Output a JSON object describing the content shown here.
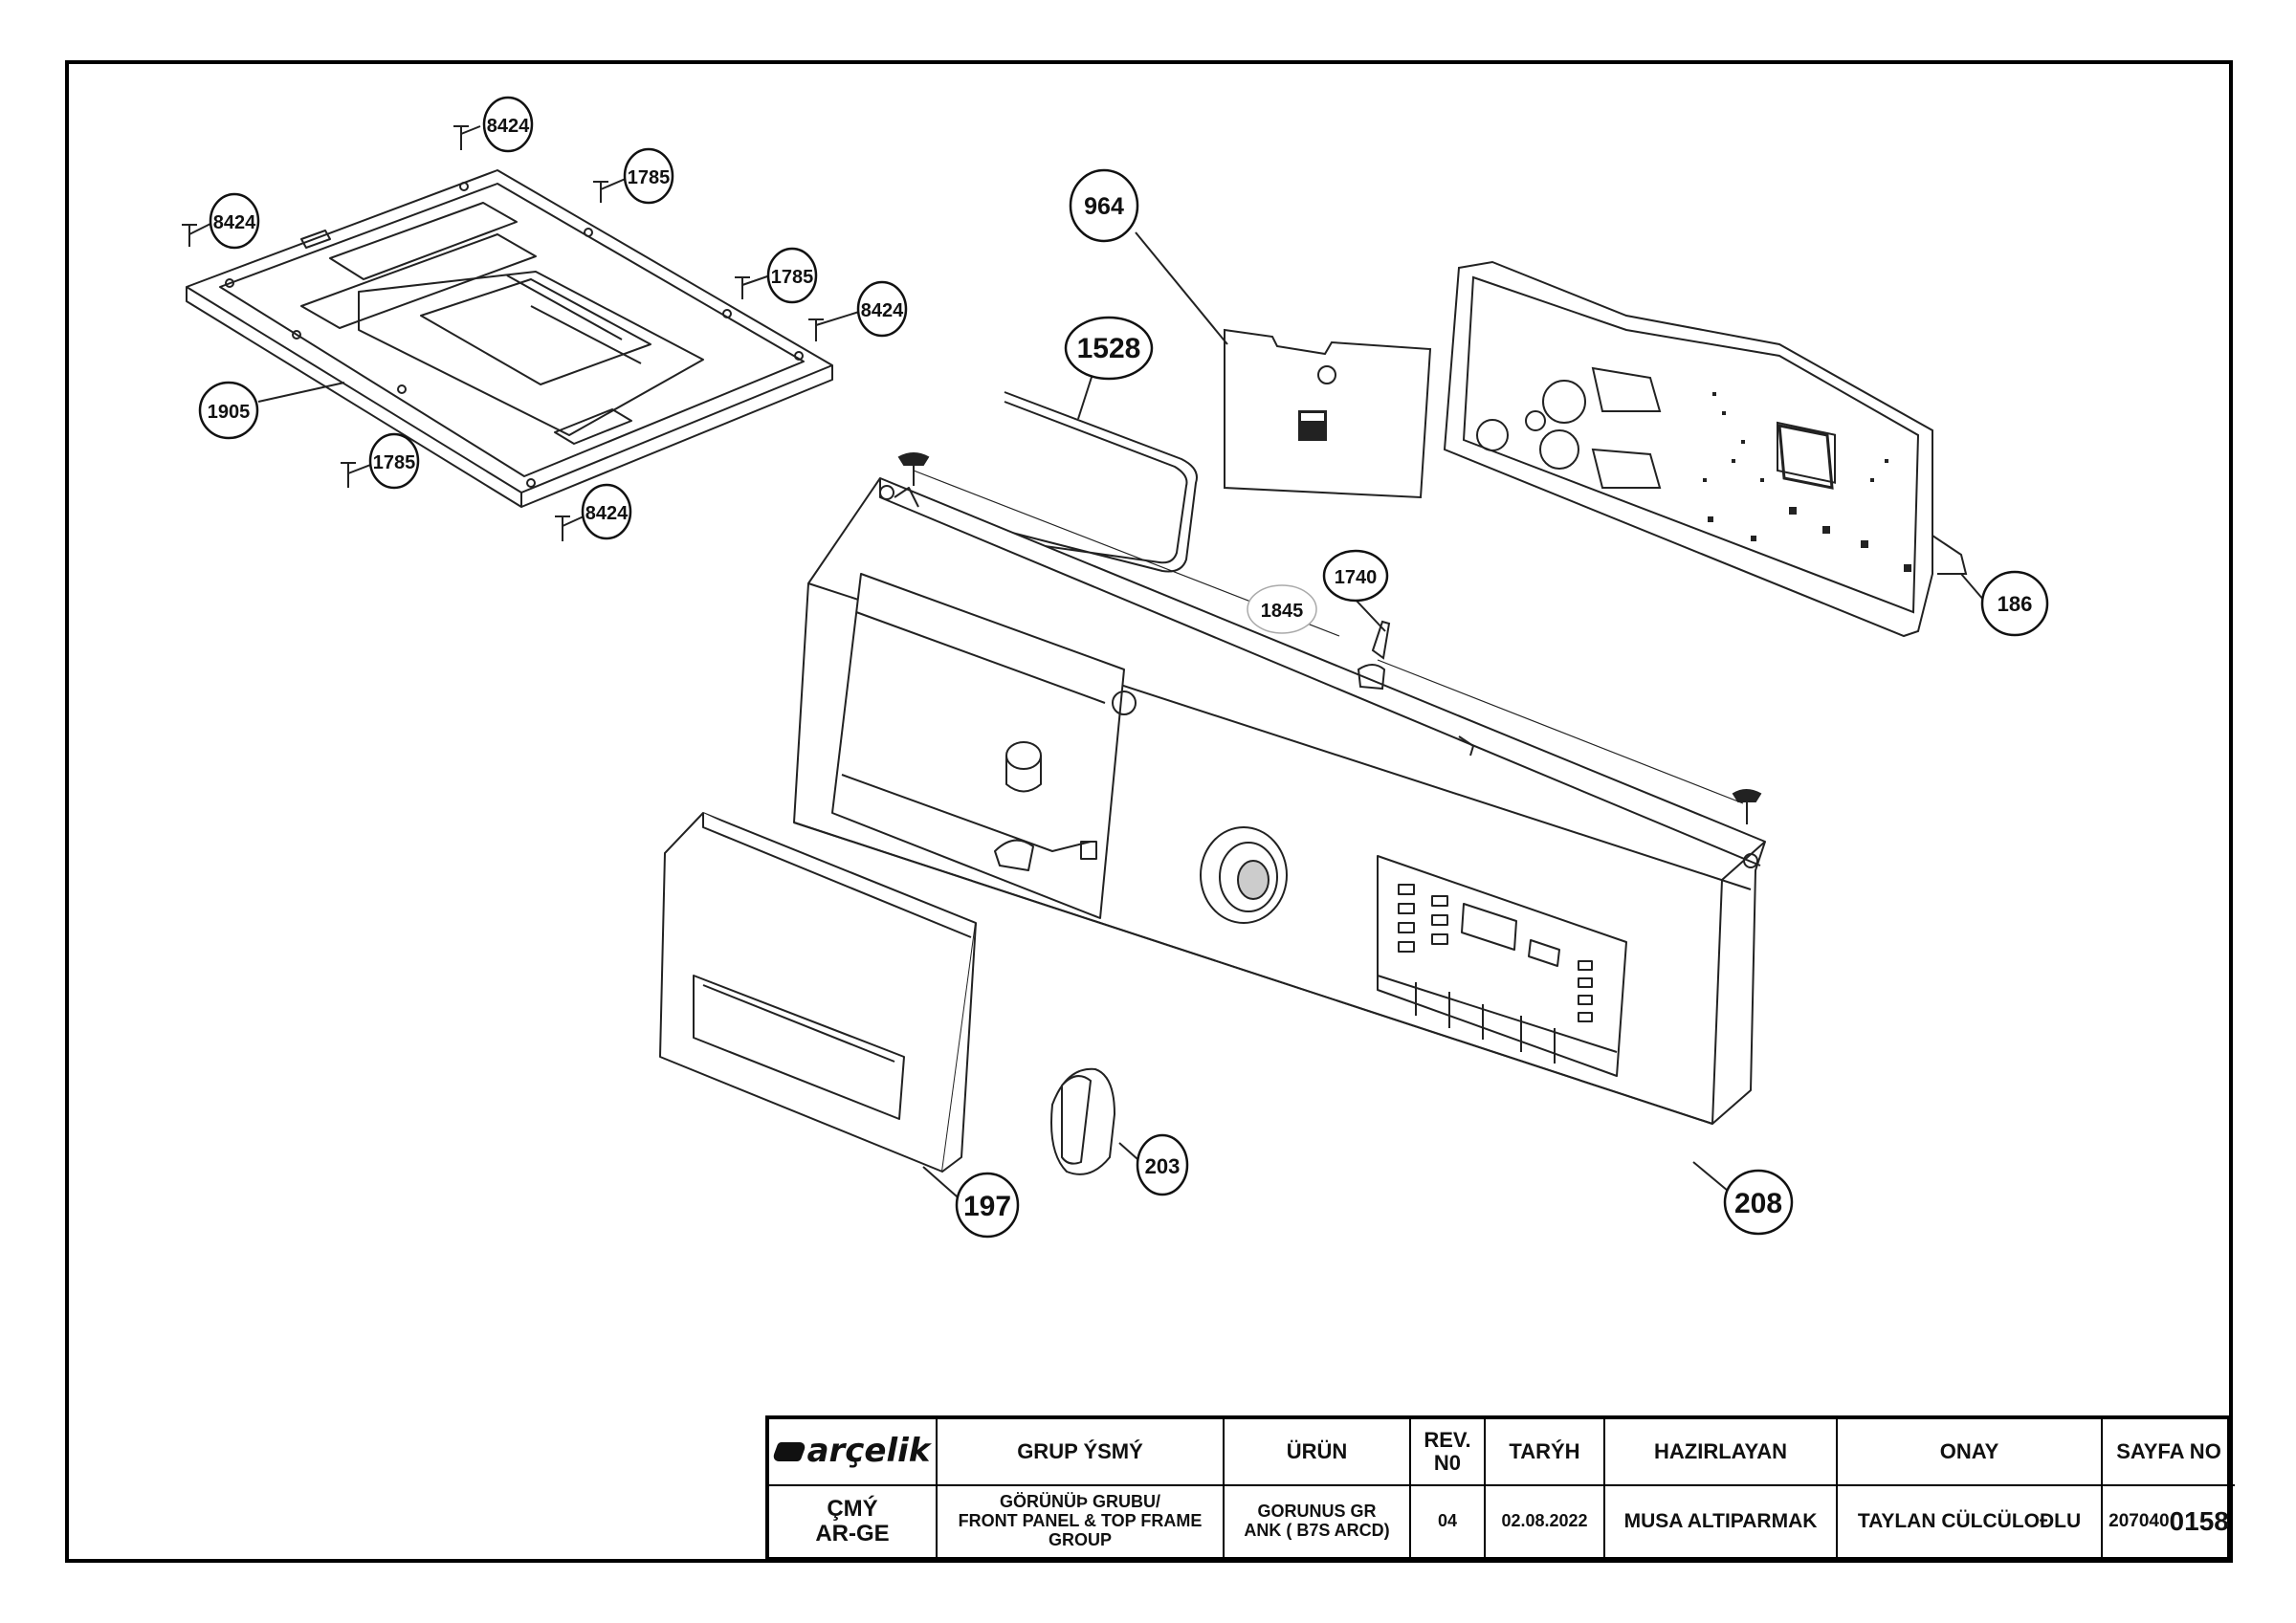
{
  "callouts": {
    "c8424a": "8424",
    "c1785a": "1785",
    "c8424b": "8424",
    "c1785b": "1785",
    "c8424c": "8424",
    "c1905": "1905",
    "c1785c": "1785",
    "c8424d": "8424",
    "c964": "964",
    "c1528": "1528",
    "c1740": "1740",
    "c1845": "1845",
    "c186": "186",
    "c203": "203",
    "c197": "197",
    "c208": "208"
  },
  "title_block": {
    "logo_text": "arçelik",
    "dept": "ÇMÝ\nAR-GE",
    "headers": {
      "group_name": "GRUP ÝSMÝ",
      "product": "ÜRÜN",
      "rev": "REV.\nN0",
      "date": "TARÝH",
      "prepared_by": "HAZIRLAYAN",
      "approval": "ONAY",
      "page_no": "SAYFA NO"
    },
    "values": {
      "group_name": "GÖRÜNÜÞ GRUBU/\nFRONT PANEL & TOP FRAME\nGROUP",
      "product": "GORUNUS GR\nANK ( B7S ARCD)",
      "rev": "04",
      "date": "02.08.2022",
      "prepared_by": "MUSA ALTIPARMAK",
      "approval": "TAYLAN CÜLCÜLOÐLU",
      "page_no_prefix": "207040",
      "page_no_suffix": "0158"
    }
  }
}
